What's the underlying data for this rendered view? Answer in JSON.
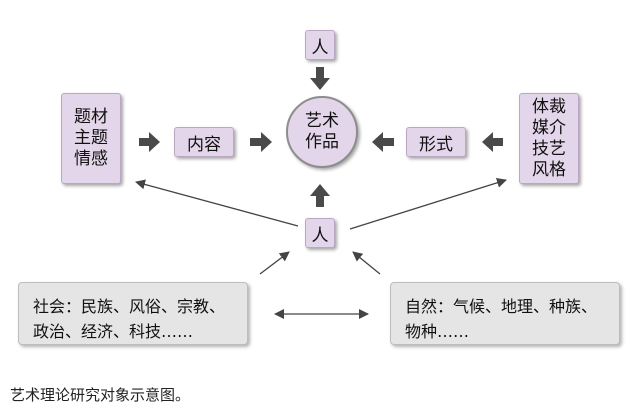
{
  "diagram": {
    "center": "艺术\n作品",
    "person_top": "人",
    "person_bottom": "人",
    "content": "内容",
    "form": "形式",
    "subject": [
      "题材",
      "主题",
      "情感"
    ],
    "style": [
      "体裁",
      "媒介",
      "技艺",
      "风格"
    ],
    "society": "社会：民族、风俗、宗教、\n政治、经济、科技……",
    "nature": "自然：气候、地理、种族、\n物种……"
  },
  "caption": "艺术理论研究对象示意图。"
}
